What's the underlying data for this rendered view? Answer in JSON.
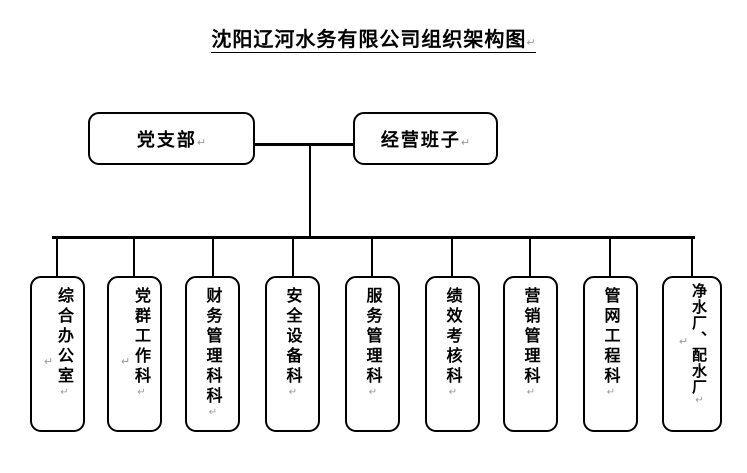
{
  "document": {
    "title": "沈阳辽河水务有限公司组织架构图",
    "title_pilcrow": "↵",
    "background_color": "#ffffff",
    "line_color": "#000000",
    "text_color": "#000000",
    "pilcrow_color": "#9a9a9a"
  },
  "chart": {
    "type": "org-chart",
    "top_level": [
      {
        "id": "party-branch",
        "label": "党支部",
        "pilcrow": "↵"
      },
      {
        "id": "management-team",
        "label": "经营班子",
        "pilcrow": "↵"
      }
    ],
    "departments": [
      {
        "id": "general-office",
        "label": "综合办公室",
        "pilcrow": "↵",
        "extra_pilcrow": "↵"
      },
      {
        "id": "party-mass-work",
        "label": "党群工作科",
        "pilcrow": "↵",
        "extra_pilcrow": "↵"
      },
      {
        "id": "finance-management",
        "label": "财务管理科科",
        "pilcrow": "↵",
        "extra_pilcrow": ""
      },
      {
        "id": "safety-equipment",
        "label": "安全设备科",
        "pilcrow": "↵",
        "extra_pilcrow": ""
      },
      {
        "id": "service-management",
        "label": "服务管理科",
        "pilcrow": "↵",
        "extra_pilcrow": ""
      },
      {
        "id": "performance-appraisal",
        "label": "绩效考核科",
        "pilcrow": "↵",
        "extra_pilcrow": ""
      },
      {
        "id": "marketing-management",
        "label": "营销管理科",
        "pilcrow": "↵",
        "extra_pilcrow": ""
      },
      {
        "id": "pipeline-engineering",
        "label": "管网工程科",
        "pilcrow": "↵",
        "extra_pilcrow": ""
      },
      {
        "id": "water-plants",
        "label": "净水厂、配水厂",
        "pilcrow": "↵",
        "extra_pilcrow": "↵"
      }
    ]
  }
}
